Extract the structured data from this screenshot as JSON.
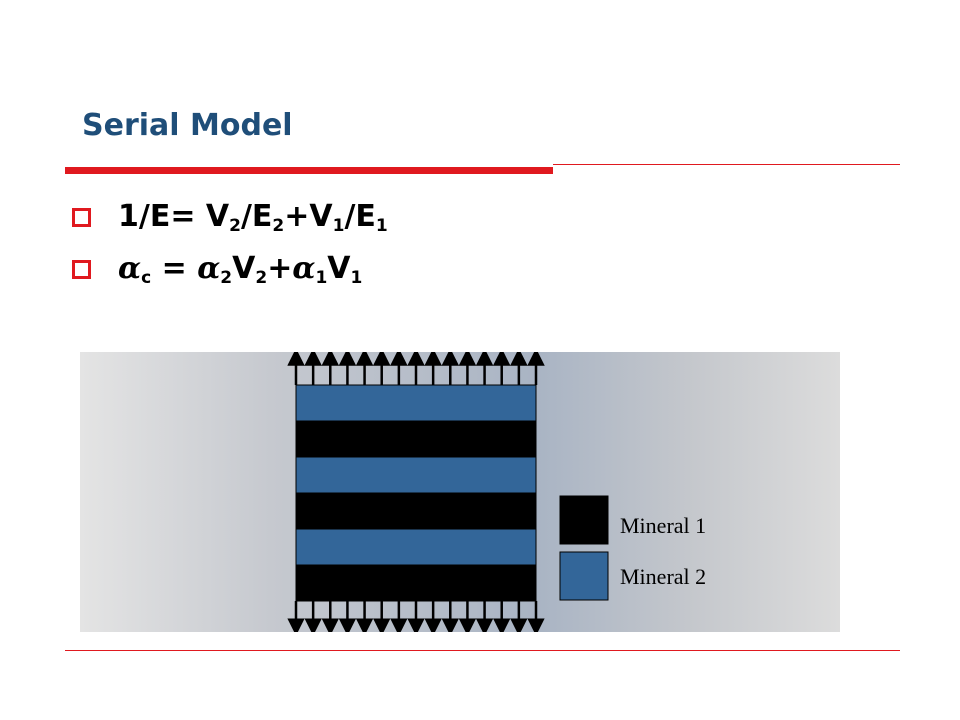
{
  "slide": {
    "title": "Serial Model"
  },
  "formulas": [
    {
      "parts": [
        [
          "t",
          "1/E= V"
        ],
        [
          "s",
          "2"
        ],
        [
          "t",
          "/E"
        ],
        [
          "s",
          "2"
        ],
        [
          "t",
          "+V"
        ],
        [
          "s",
          "1"
        ],
        [
          "t",
          "/E"
        ],
        [
          "s",
          "1"
        ]
      ]
    },
    {
      "parts": [
        [
          "g",
          "α"
        ],
        [
          "s",
          "c"
        ],
        [
          "t",
          " = "
        ],
        [
          "g",
          "α"
        ],
        [
          "s",
          "2"
        ],
        [
          "t",
          "V"
        ],
        [
          "s",
          "2"
        ],
        [
          "t",
          "+"
        ],
        [
          "g",
          "α"
        ],
        [
          "s",
          "1"
        ],
        [
          "t",
          "V"
        ],
        [
          "s",
          "1"
        ]
      ]
    }
  ],
  "diagram": {
    "layer_order": [
      "Mineral 2",
      "Mineral 1",
      "Mineral 2",
      "Mineral 1",
      "Mineral 2",
      "Mineral 1"
    ],
    "arrow_count_top": 15,
    "arrow_count_bottom": 15
  },
  "legend": [
    {
      "label": "Mineral 1",
      "color": "#000000"
    },
    {
      "label": "Mineral 2",
      "color": "#336699"
    }
  ],
  "colors": {
    "accent": "#e0191f",
    "title": "#1f4e79",
    "mineral_1": "#000000",
    "mineral_2": "#336699"
  }
}
